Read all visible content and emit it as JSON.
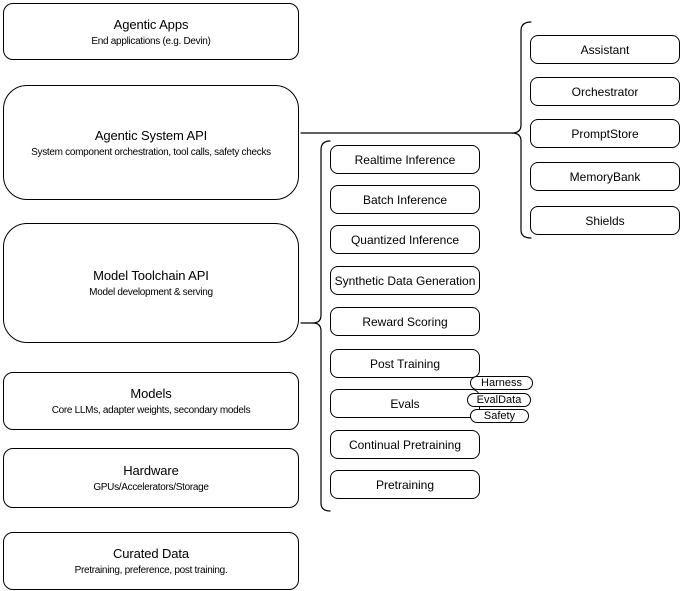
{
  "diagram": {
    "background": "#ffffff",
    "stroke_color": "#000000",
    "text_color": "#000000",
    "left_stack": [
      {
        "title": "Agentic Apps",
        "subtitle": "End applications (e.g. Devin)"
      },
      {
        "title": "Agentic System API",
        "subtitle": "System component orchestration, tool calls, safety checks"
      },
      {
        "title": "Model Toolchain API",
        "subtitle": "Model development & serving"
      },
      {
        "title": "Models",
        "subtitle": "Core LLMs, adapter weights, secondary models"
      },
      {
        "title": "Hardware",
        "subtitle": "GPUs/Accelerators/Storage"
      },
      {
        "title": "Curated Data",
        "subtitle": "Pretraining, preference, post training."
      }
    ],
    "toolchain_group": {
      "items": [
        "Realtime Inference",
        "Batch Inference",
        "Quantized Inference",
        "Synthetic Data Generation",
        "Reward Scoring",
        "Post Training",
        "Evals",
        "Continual Pretraining",
        "Pretraining"
      ],
      "evals_tags": [
        "Harness",
        "EvalData",
        "Safety"
      ]
    },
    "system_group": {
      "items": [
        "Assistant",
        "Orchestrator",
        "PromptStore",
        "MemoryBank",
        "Shields"
      ]
    }
  }
}
